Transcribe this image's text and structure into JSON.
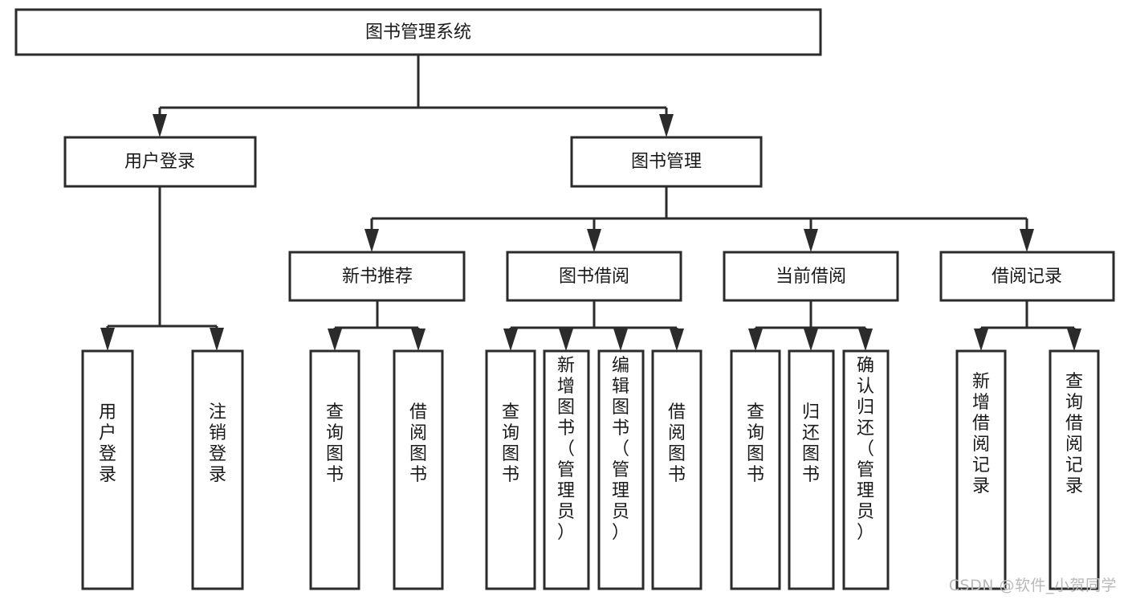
{
  "diagram": {
    "type": "tree-hierarchy",
    "title": "图书管理系统",
    "watermark": "CSDN @软件_小贺同学",
    "colors": {
      "stroke": "#2b2b2b",
      "fill": "#ffffff",
      "text": "#1a1a1a",
      "background": "#ffffff",
      "watermark": "#b9b9b9"
    },
    "levels": [
      {
        "level": 1,
        "nodes": [
          {
            "id": "root",
            "label": "图书管理系统",
            "orientation": "horizontal"
          }
        ]
      },
      {
        "level": 2,
        "nodes": [
          {
            "id": "user-login",
            "label": "用户登录",
            "orientation": "horizontal",
            "parent": "root"
          },
          {
            "id": "book-manage",
            "label": "图书管理",
            "orientation": "horizontal",
            "parent": "root"
          }
        ]
      },
      {
        "level": 3,
        "nodes": [
          {
            "id": "new-book-rec",
            "label": "新书推荐",
            "orientation": "horizontal",
            "parent": "book-manage"
          },
          {
            "id": "book-borrow",
            "label": "图书借阅",
            "orientation": "horizontal",
            "parent": "book-manage"
          },
          {
            "id": "current-borrow",
            "label": "当前借阅",
            "orientation": "horizontal",
            "parent": "book-manage"
          },
          {
            "id": "borrow-record",
            "label": "借阅记录",
            "orientation": "horizontal",
            "parent": "book-manage"
          }
        ]
      },
      {
        "level": 4,
        "nodes": [
          {
            "id": "leaf-user-login",
            "label": "用户登录",
            "orientation": "vertical",
            "parent": "user-login"
          },
          {
            "id": "leaf-user-logout",
            "label": "注销登录",
            "orientation": "vertical",
            "parent": "user-login"
          },
          {
            "id": "leaf-rec-query",
            "label": "查询图书",
            "orientation": "vertical",
            "parent": "new-book-rec"
          },
          {
            "id": "leaf-rec-borrow",
            "label": "借阅图书",
            "orientation": "vertical",
            "parent": "new-book-rec"
          },
          {
            "id": "leaf-borrow-query",
            "label": "查询图书",
            "orientation": "vertical",
            "parent": "book-borrow"
          },
          {
            "id": "leaf-borrow-add",
            "label": "新增图书（管理员）",
            "orientation": "vertical",
            "parent": "book-borrow"
          },
          {
            "id": "leaf-borrow-edit",
            "label": "编辑图书（管理员）",
            "orientation": "vertical",
            "parent": "book-borrow"
          },
          {
            "id": "leaf-borrow-lend",
            "label": "借阅图书",
            "orientation": "vertical",
            "parent": "book-borrow"
          },
          {
            "id": "leaf-cur-query",
            "label": "查询图书",
            "orientation": "vertical",
            "parent": "current-borrow"
          },
          {
            "id": "leaf-cur-return",
            "label": "归还图书",
            "orientation": "vertical",
            "parent": "current-borrow"
          },
          {
            "id": "leaf-cur-confirm",
            "label": "确认归还（管理员）",
            "orientation": "vertical",
            "parent": "current-borrow"
          },
          {
            "id": "leaf-rec-add",
            "label": "新增借阅记录",
            "orientation": "vertical",
            "parent": "borrow-record"
          },
          {
            "id": "leaf-rec-query-record",
            "label": "查询借阅记录",
            "orientation": "vertical",
            "parent": "borrow-record"
          }
        ]
      }
    ]
  }
}
